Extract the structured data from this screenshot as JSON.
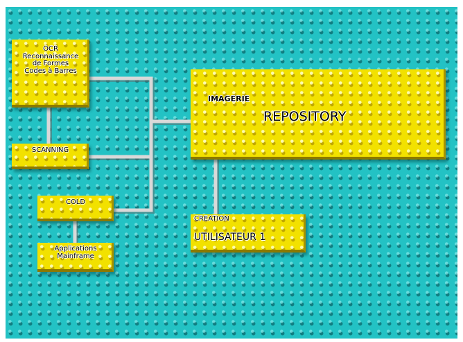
{
  "diagram": {
    "colors": {
      "board": "#23c2c4",
      "brick": "#f2e100",
      "connector": "#d9d9d9"
    },
    "nodes": {
      "ocr": {
        "lines": [
          "OCR",
          "Reconnaissance",
          "de Formes",
          "Codes à Barres"
        ]
      },
      "scanning": {
        "label": "SCANNING"
      },
      "cold": {
        "label": "COLD"
      },
      "applications": {
        "lines": [
          "Applications",
          "Mainframe"
        ]
      },
      "repository": {
        "prefix": "IMAGERIE",
        "title": "REPOSITORY"
      },
      "creation": {
        "prefix": "CREATION",
        "title": "UTILISATEUR 1"
      }
    }
  }
}
